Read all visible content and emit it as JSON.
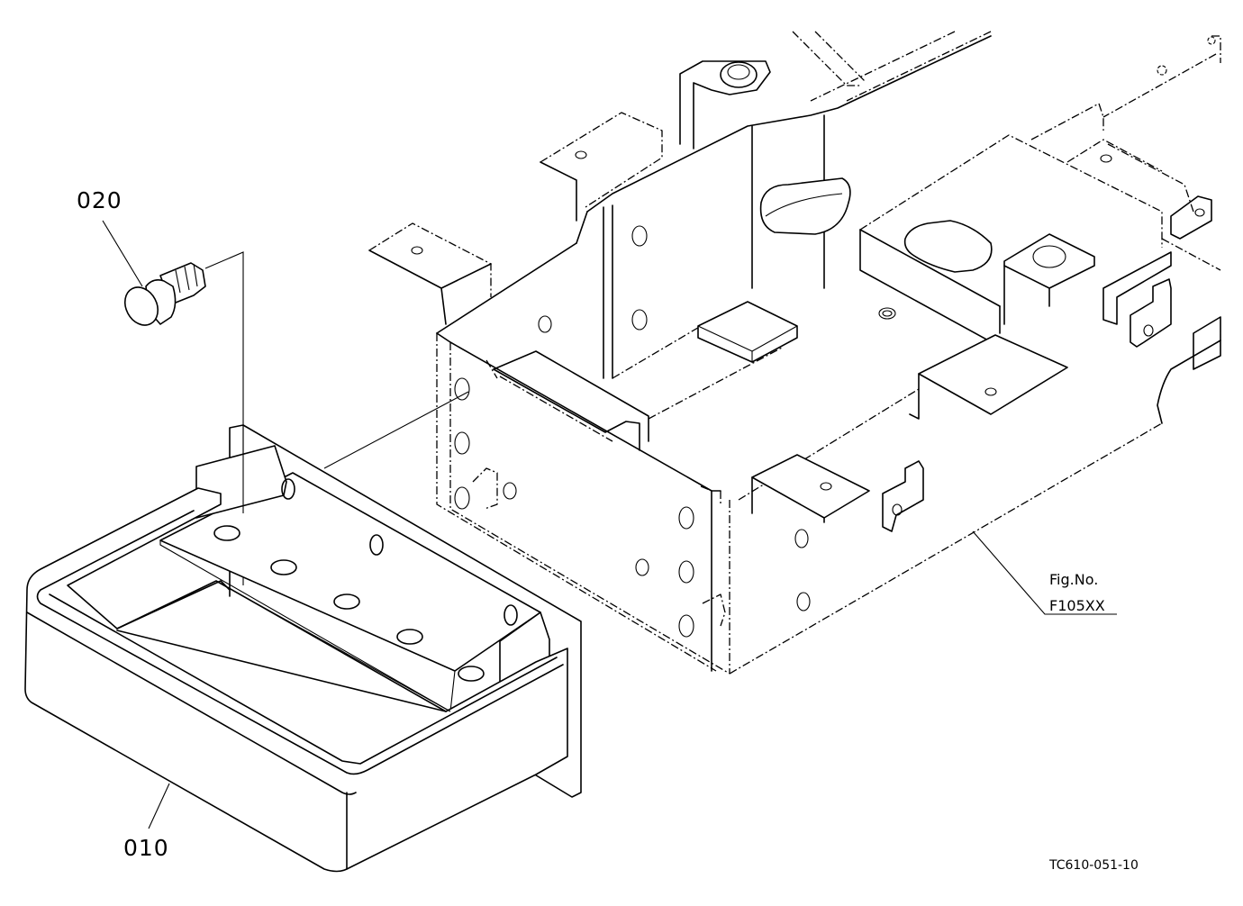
{
  "labels": {
    "part_020": "020",
    "part_010": "010",
    "fig_ref_title": "Fig.No.",
    "fig_ref_number": "F105XX",
    "drawing_code": "TC610-051-10"
  }
}
